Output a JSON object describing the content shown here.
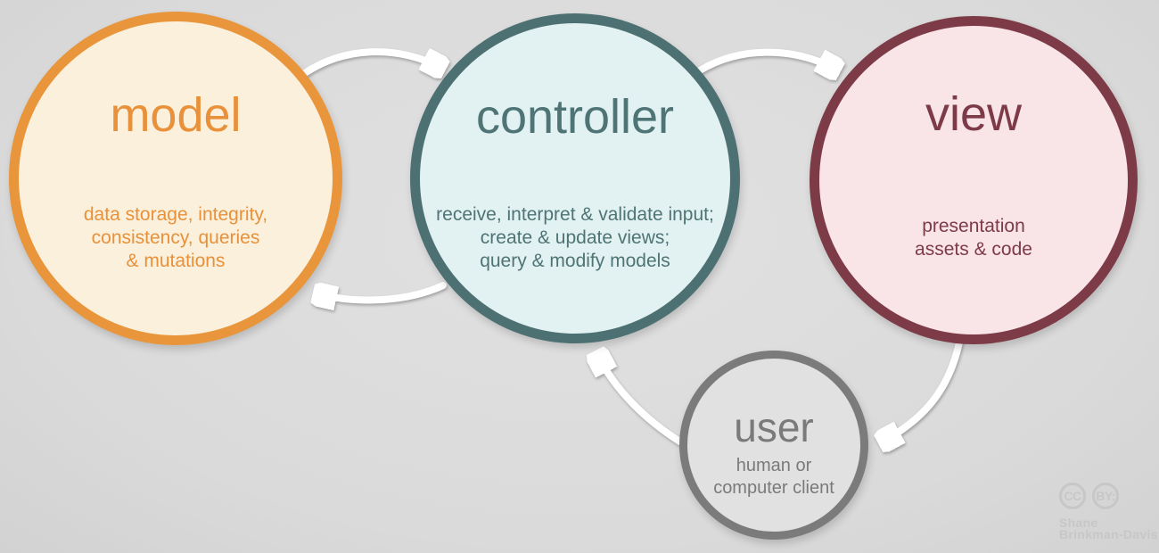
{
  "nodes": {
    "model": {
      "title": "model",
      "lines": [
        "data storage, integrity,",
        "consistency, queries",
        "& mutations"
      ],
      "colors": {
        "border": "#E8953C",
        "fill": "#FBF0DB",
        "text": "#E8913A"
      }
    },
    "controller": {
      "title": "controller",
      "lines": [
        "receive, interpret & validate input;",
        "create & update views;",
        "query & modify models"
      ],
      "colors": {
        "border": "#4D7173",
        "fill": "#E2F1F1",
        "text": "#4F7476"
      }
    },
    "view": {
      "title": "view",
      "lines": [
        "presentation",
        "assets & code"
      ],
      "colors": {
        "border": "#7C3B47",
        "fill": "#F9E4E8",
        "text": "#7D3B48"
      }
    },
    "user": {
      "title": "user",
      "lines": [
        "human or",
        "computer client"
      ],
      "colors": {
        "border": "#7B7B7B",
        "fill": "#E1E1E1",
        "text": "#7A7A7A"
      }
    }
  },
  "connections": [
    {
      "from": "model",
      "to": "controller"
    },
    {
      "from": "controller",
      "to": "view"
    },
    {
      "from": "controller",
      "to": "model"
    },
    {
      "from": "view",
      "to": "user"
    },
    {
      "from": "user",
      "to": "controller"
    }
  ],
  "arrow_color": "#FFFFFF",
  "background_color": "#DCDCDC",
  "attribution": {
    "cc_label": "CC",
    "by_label": "BY:",
    "name_line1": "Shane",
    "name_line2": "Brinkman-Davis"
  }
}
